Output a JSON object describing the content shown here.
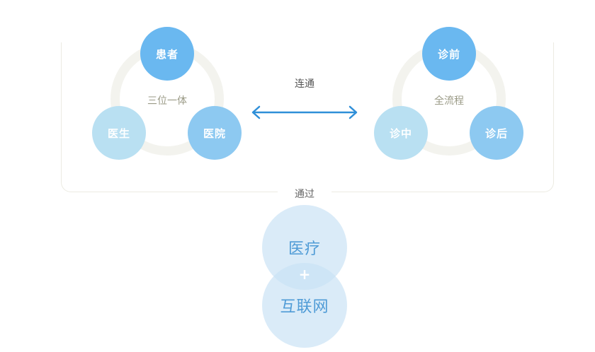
{
  "left_triad": {
    "center": "三位一体",
    "top": "患者",
    "left": "医生",
    "right": "医院"
  },
  "connector": {
    "label": "连通"
  },
  "right_triad": {
    "center": "全流程",
    "top": "诊前",
    "left": "诊中",
    "right": "诊后"
  },
  "through": "通过",
  "bottom": {
    "top": "医疗",
    "plus": "+",
    "bottom": "互联网"
  },
  "colors": {
    "node_top": "#6ab8f0",
    "node_left": "#b9e0f2",
    "node_right": "#8dc9f1",
    "arrow": "#2f8fd8",
    "bubble": "#c8e1f4"
  }
}
